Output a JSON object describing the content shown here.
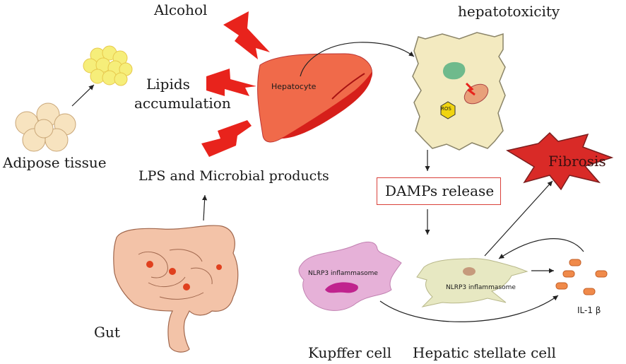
{
  "labels": {
    "alcohol": "Alcohol",
    "hepatotoxicity": "hepatotoxicity",
    "lipids_line1": "Lipids",
    "lipids_line2": "accumulation",
    "adipose_tissue": "Adipose tissue",
    "lps": "LPS and Microbial products",
    "hepatocyte": "Hepatocyte",
    "ros": "ROS",
    "damps_release": "DAMPs release",
    "fibrosis": "Fibrosis",
    "nlrp3_kupffer": "NLRP3 inflammasome",
    "nlrp3_stellate": "NLRP3 inflammasome",
    "il1b": "IL-1 β",
    "gut": "Gut",
    "kupffer_cell": "Kupffer cell",
    "hepatic_stellate_cell": "Hepatic stellate cell"
  },
  "colors": {
    "lightning": "#e8231c",
    "liver": "#f06a4a",
    "liver_dark": "#d61f1a",
    "fat": "#f7e3bf",
    "lipid_droplet": "#f6ee7a",
    "hepatocyte_cell": "#f3eac0",
    "fibrosis_star": "#d92a27",
    "kupffer": "#e6b1d8",
    "stellate": "#e7e8c2",
    "il1b_pill": "#f08a4a",
    "gut": "#f3c3a8",
    "damps_border": "#d9413a"
  }
}
